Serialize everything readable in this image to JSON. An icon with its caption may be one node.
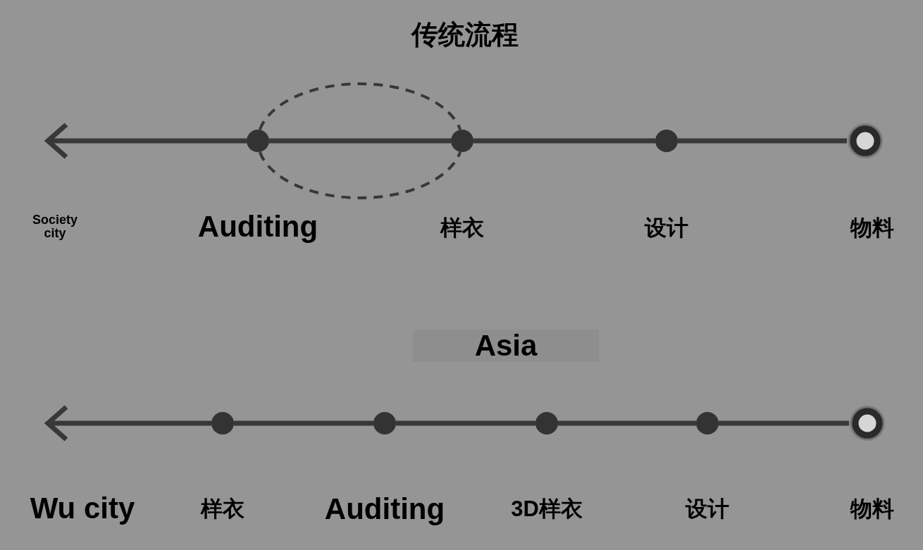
{
  "diagram": {
    "nodes": [
      {
        "text": [],
        "shape": "circle",
        "beside": [
          "Auditing"
        ]
      },
      {
        "text": [],
        "shape": "circle",
        "beside": [
          "样衣"
        ]
      },
      {
        "text": [],
        "shape": "circle",
        "beside": [
          "设计"
        ]
      },
      {
        "text": [],
        "shape": "ring",
        "beside": [
          "物料"
        ]
      },
      {
        "text": [],
        "shape": "circle",
        "beside": [
          "样衣"
        ]
      },
      {
        "text": [],
        "shape": "circle",
        "beside": [
          "Auditing"
        ]
      },
      {
        "text": [],
        "shape": "circle",
        "beside": [
          "3D样衣"
        ]
      },
      {
        "text": [],
        "shape": "circle",
        "beside": [
          "设计"
        ]
      },
      {
        "text": [],
        "shape": "ring",
        "beside": [
          "物料"
        ]
      }
    ],
    "edges": [
      {
        "from": 3,
        "to": 2,
        "arrow": "none"
      },
      {
        "from": 2,
        "to": 1,
        "arrow": "none"
      },
      {
        "from": 1,
        "to": 0,
        "arrow": "none"
      },
      {
        "from": 0,
        "to": null,
        "arrow": "to"
      },
      {
        "from": 0,
        "to": 1,
        "arrow": "none",
        "style": "dashed"
      },
      {
        "from": 0,
        "to": 1,
        "arrow": "none",
        "style": "dashed"
      },
      {
        "from": 8,
        "to": 7,
        "arrow": "none"
      },
      {
        "from": 7,
        "to": 6,
        "arrow": "none"
      },
      {
        "from": 6,
        "to": 5,
        "arrow": "none"
      },
      {
        "from": 5,
        "to": 4,
        "arrow": "none"
      },
      {
        "from": 4,
        "to": null,
        "arrow": "to"
      }
    ],
    "labels": [
      "传统流程",
      "Society city",
      "Asia",
      "Wu city"
    ]
  }
}
